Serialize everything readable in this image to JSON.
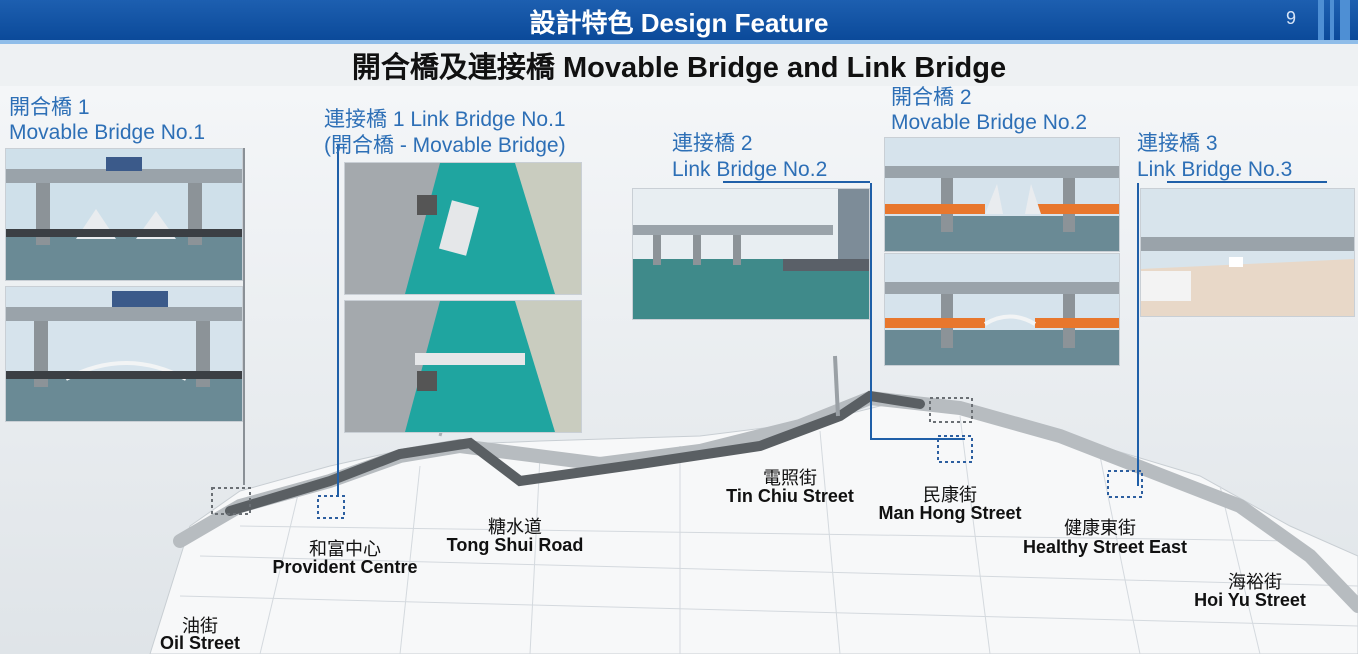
{
  "header": {
    "title": "設計特色 Design Feature",
    "page_number": "9"
  },
  "slide_title": "開合橋及連接橋 Movable Bridge and Link Bridge",
  "bridges": {
    "movable_1": {
      "zh": "開合橋 1",
      "en": "Movable Bridge No.1"
    },
    "link_1": {
      "line1": "連接橋 1 Link Bridge No.1",
      "line2": "(開合橋 - Movable Bridge)"
    },
    "link_2": {
      "zh": "連接橋 2",
      "en": "Link Bridge No.2"
    },
    "movable_2": {
      "zh": "開合橋 2",
      "en": "Movable Bridge No.2"
    },
    "link_3": {
      "zh": "連接橋 3",
      "en": "Link Bridge No.3"
    }
  },
  "streets": {
    "oil": {
      "zh": "油街",
      "en": "Oil Street"
    },
    "provident": {
      "zh": "和富中心",
      "en": "Provident Centre"
    },
    "tong_shui": {
      "zh": "糖水道",
      "en": "Tong Shui Road"
    },
    "tin_chiu": {
      "zh": "電照街",
      "en": "Tin Chiu Street"
    },
    "man_hong": {
      "zh": "民康街",
      "en": "Man Hong Street"
    },
    "healthy": {
      "zh": "健康東街",
      "en": "Healthy Street East"
    },
    "hoi_yu": {
      "zh": "海裕街",
      "en": "Hoi Yu Street"
    }
  },
  "colors": {
    "header_blue": "#0b4a9a",
    "label_blue": "#2d6fb6",
    "promenade_dark": "#5a5f63",
    "water": "#1fa5a0"
  }
}
